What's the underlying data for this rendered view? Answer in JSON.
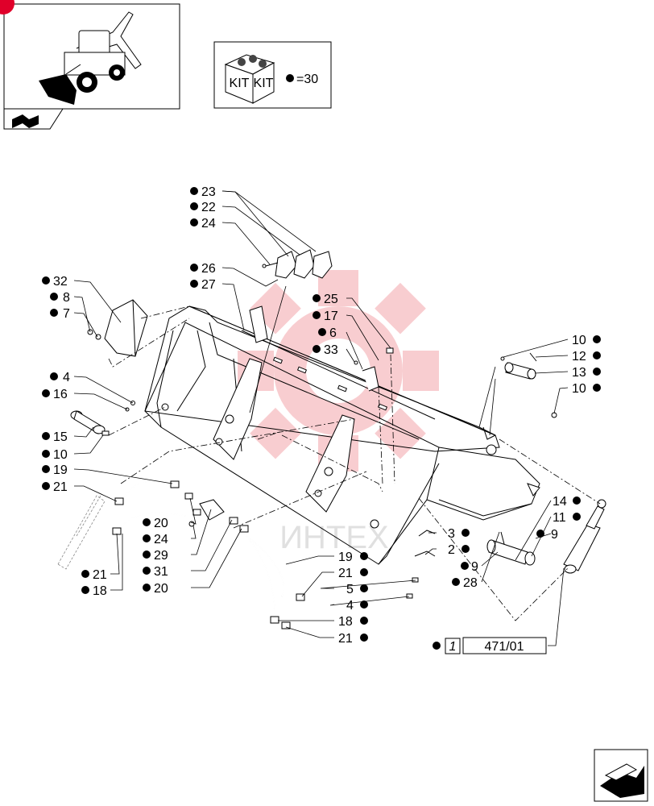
{
  "kit": {
    "label_left": "KIT",
    "label_right": "KIT",
    "legend_text": "=30"
  },
  "watermark": "ИНТЕХ",
  "reference": {
    "box_number": "1",
    "code": "471/01"
  },
  "callouts": [
    {
      "id": "c23",
      "text": "23",
      "side": "left"
    },
    {
      "id": "c22",
      "text": "22",
      "side": "left"
    },
    {
      "id": "c24a",
      "text": "24",
      "side": "left"
    },
    {
      "id": "c26",
      "text": "26",
      "side": "left"
    },
    {
      "id": "c27",
      "text": "27",
      "side": "left"
    },
    {
      "id": "c32",
      "text": "32",
      "side": "left"
    },
    {
      "id": "c8",
      "text": "8",
      "side": "left"
    },
    {
      "id": "c7",
      "text": "7",
      "side": "left"
    },
    {
      "id": "c25",
      "text": "25",
      "side": "left"
    },
    {
      "id": "c17",
      "text": "17",
      "side": "left"
    },
    {
      "id": "c6",
      "text": "6",
      "side": "left"
    },
    {
      "id": "c33",
      "text": "33",
      "side": "left"
    },
    {
      "id": "c10a",
      "text": "10",
      "side": "right"
    },
    {
      "id": "c12",
      "text": "12",
      "side": "right"
    },
    {
      "id": "c13",
      "text": "13",
      "side": "right"
    },
    {
      "id": "c10b",
      "text": "10",
      "side": "right"
    },
    {
      "id": "c4a",
      "text": "4",
      "side": "left"
    },
    {
      "id": "c16",
      "text": "16",
      "side": "left"
    },
    {
      "id": "c15",
      "text": "15",
      "side": "left"
    },
    {
      "id": "c10c",
      "text": "10",
      "side": "left"
    },
    {
      "id": "c19a",
      "text": "19",
      "side": "left"
    },
    {
      "id": "c21a",
      "text": "21",
      "side": "left"
    },
    {
      "id": "c20a",
      "text": "20",
      "side": "left"
    },
    {
      "id": "c24b",
      "text": "24",
      "side": "left"
    },
    {
      "id": "c29",
      "text": "29",
      "side": "left"
    },
    {
      "id": "c31",
      "text": "31",
      "side": "left"
    },
    {
      "id": "c20b",
      "text": "20",
      "side": "left"
    },
    {
      "id": "c21b",
      "text": "21",
      "side": "left"
    },
    {
      "id": "c18a",
      "text": "18",
      "side": "left"
    },
    {
      "id": "c19b",
      "text": "19",
      "side": "right"
    },
    {
      "id": "c21c",
      "text": "21",
      "side": "right"
    },
    {
      "id": "c5",
      "text": "5",
      "side": "right"
    },
    {
      "id": "c4b",
      "text": "4",
      "side": "right"
    },
    {
      "id": "c18b",
      "text": "18",
      "side": "right"
    },
    {
      "id": "c21d",
      "text": "21",
      "side": "right"
    },
    {
      "id": "c3",
      "text": "3",
      "side": "right"
    },
    {
      "id": "c2",
      "text": "2",
      "side": "right"
    },
    {
      "id": "c9a",
      "text": "9",
      "side": "right"
    },
    {
      "id": "c28",
      "text": "28",
      "side": "left"
    },
    {
      "id": "c14",
      "text": "14",
      "side": "right"
    },
    {
      "id": "c11",
      "text": "11",
      "side": "right"
    },
    {
      "id": "c9b",
      "text": "9",
      "side": "left"
    }
  ]
}
